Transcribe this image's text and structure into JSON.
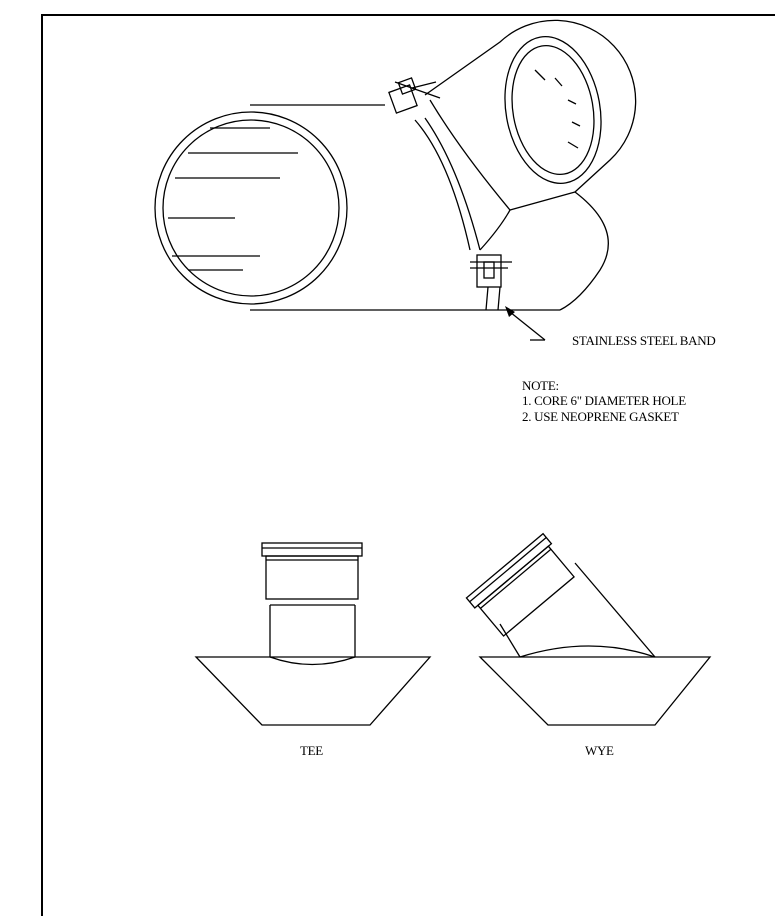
{
  "callout": {
    "text": "STAINLESS STEEL BAND"
  },
  "notes": {
    "heading": "NOTE:",
    "items": [
      "1.  CORE 6\" DIAMETER HOLE",
      "2.  USE NEOPRENE GASKET"
    ]
  },
  "fittings": {
    "tee_label": "TEE",
    "wye_label": "WYE"
  }
}
